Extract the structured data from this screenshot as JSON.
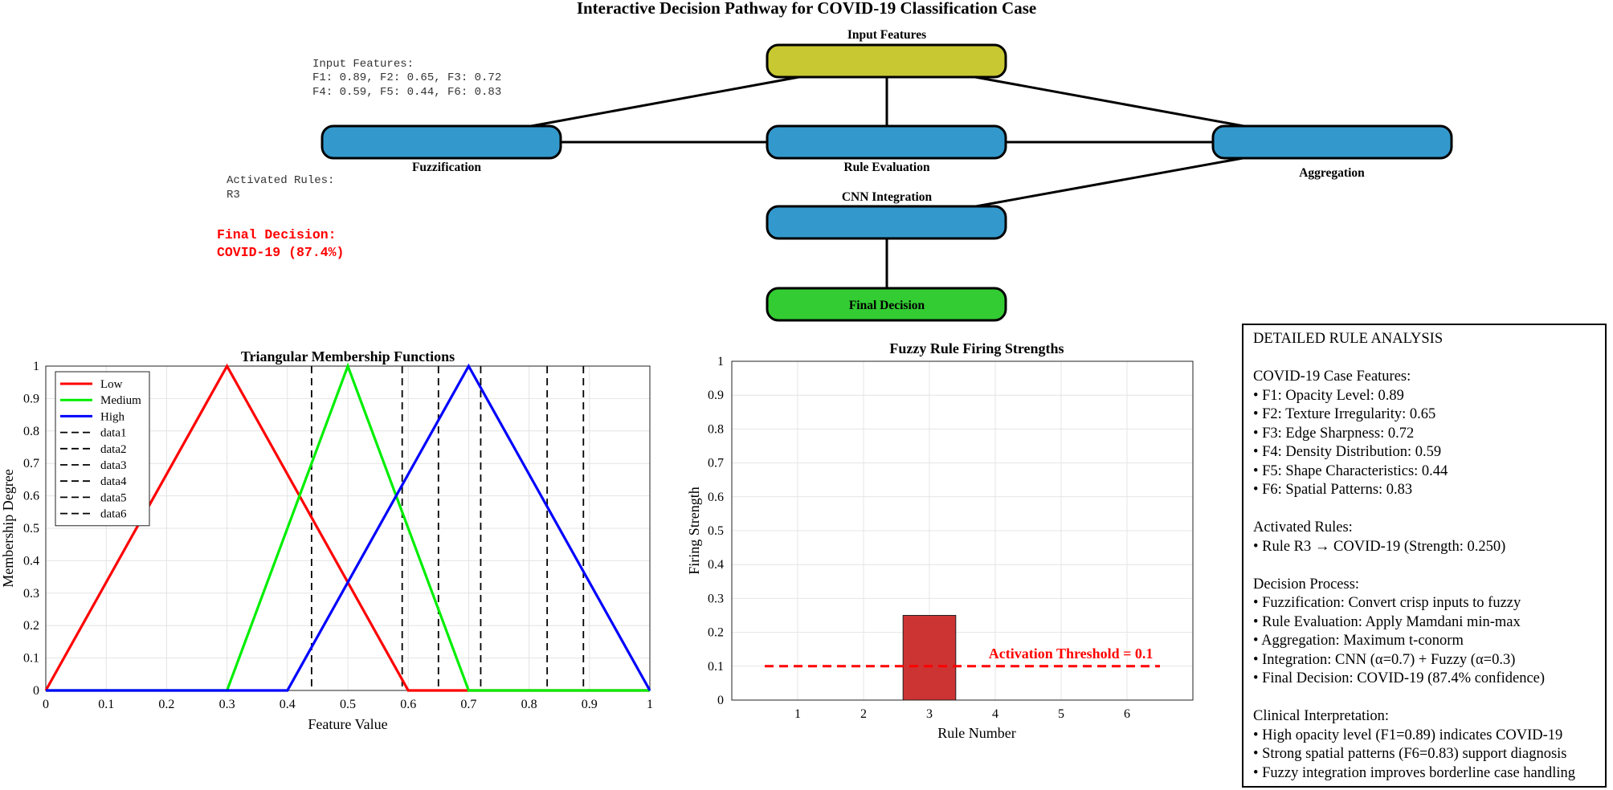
{
  "main_title": "Interactive Decision Pathway for COVID-19 Classification Case",
  "pathway": {
    "nodes": {
      "input": "Input Features",
      "fuzzification": "Fuzzification",
      "rule_eval": "Rule Evaluation",
      "aggregation": "Aggregation",
      "cnn": "CNN Integration",
      "final": "Final Decision"
    },
    "colors": {
      "input": "#c8c832",
      "process": "#3399cc",
      "final": "#33cc33",
      "decision_text": "#ff0000"
    },
    "input_text": [
      "Input Features:",
      "F1: 0.89, F2: 0.65, F3: 0.72",
      "F4: 0.59, F5: 0.44, F6: 0.83"
    ],
    "rules_text": [
      "Activated Rules:",
      "R3"
    ],
    "decision_text": [
      "Final Decision:",
      "COVID-19 (87.4%)"
    ]
  },
  "chart_data": [
    {
      "type": "line",
      "title": "Triangular Membership Functions",
      "xlabel": "Feature Value",
      "ylabel": "Membership Degree",
      "xlim": [
        0,
        1
      ],
      "ylim": [
        0,
        1
      ],
      "xticks": [
        "0",
        "0.1",
        "0.2",
        "0.3",
        "0.4",
        "0.5",
        "0.6",
        "0.7",
        "0.8",
        "0.9",
        "1"
      ],
      "yticks": [
        "0",
        "0.1",
        "0.2",
        "0.3",
        "0.4",
        "0.5",
        "0.6",
        "0.7",
        "0.8",
        "0.9",
        "1"
      ],
      "grid": true,
      "legend": "top-left",
      "series": [
        {
          "name": "Low",
          "color": "#ff0000",
          "x": [
            0,
            0.3,
            0.6,
            1
          ],
          "y": [
            0,
            1,
            0,
            0
          ]
        },
        {
          "name": "Medium",
          "color": "#00ee00",
          "x": [
            0,
            0.3,
            0.5,
            0.7,
            1
          ],
          "y": [
            0,
            0,
            1,
            0,
            0
          ]
        },
        {
          "name": "High",
          "color": "#0000ff",
          "x": [
            0,
            0.4,
            0.7,
            1
          ],
          "y": [
            0,
            0,
            1,
            0
          ]
        }
      ],
      "vlines": [
        {
          "name": "data1",
          "x": 0.89
        },
        {
          "name": "data2",
          "x": 0.65
        },
        {
          "name": "data3",
          "x": 0.72
        },
        {
          "name": "data4",
          "x": 0.59
        },
        {
          "name": "data5",
          "x": 0.44
        },
        {
          "name": "data6",
          "x": 0.83
        }
      ]
    },
    {
      "type": "bar",
      "title": "Fuzzy Rule Firing Strengths",
      "xlabel": "Rule Number",
      "ylabel": "Firing Strength",
      "xlim": [
        0,
        7
      ],
      "ylim": [
        0,
        1
      ],
      "categories": [
        "1",
        "2",
        "3",
        "4",
        "5",
        "6"
      ],
      "values": [
        0,
        0,
        0.25,
        0,
        0,
        0
      ],
      "bar_color": "#cc3333",
      "yticks": [
        "0",
        "0.1",
        "0.2",
        "0.3",
        "0.4",
        "0.5",
        "0.6",
        "0.7",
        "0.8",
        "0.9",
        "1"
      ],
      "grid": true,
      "threshold": {
        "value": 0.1,
        "from": 0.5,
        "to": 6.5,
        "label": "Activation Threshold = 0.1",
        "color": "#ff0000"
      }
    }
  ],
  "rule_analysis": {
    "lines": [
      "DETAILED RULE ANALYSIS",
      "",
      "COVID-19 Case Features:",
      "• F1: Opacity Level: 0.89",
      "• F2: Texture Irregularity: 0.65",
      "• F3: Edge Sharpness: 0.72",
      "• F4: Density Distribution: 0.59",
      "• F5: Shape Characteristics: 0.44",
      "• F6: Spatial Patterns: 0.83",
      "",
      "Activated Rules:",
      "• Rule R3 → COVID-19 (Strength: 0.250)",
      "",
      "Decision Process:",
      "• Fuzzification: Convert crisp inputs to fuzzy",
      "• Rule Evaluation: Apply Mamdani min-max",
      "• Aggregation: Maximum t-conorm",
      "• Integration: CNN (α=0.7) + Fuzzy (α=0.3)",
      "• Final Decision: COVID-19 (87.4% confidence)",
      "",
      "Clinical Interpretation:",
      "• High opacity level (F1=0.89) indicates COVID-19",
      "• Strong spatial patterns (F6=0.83) support diagnosis",
      "• Fuzzy integration improves borderline case handling"
    ]
  }
}
